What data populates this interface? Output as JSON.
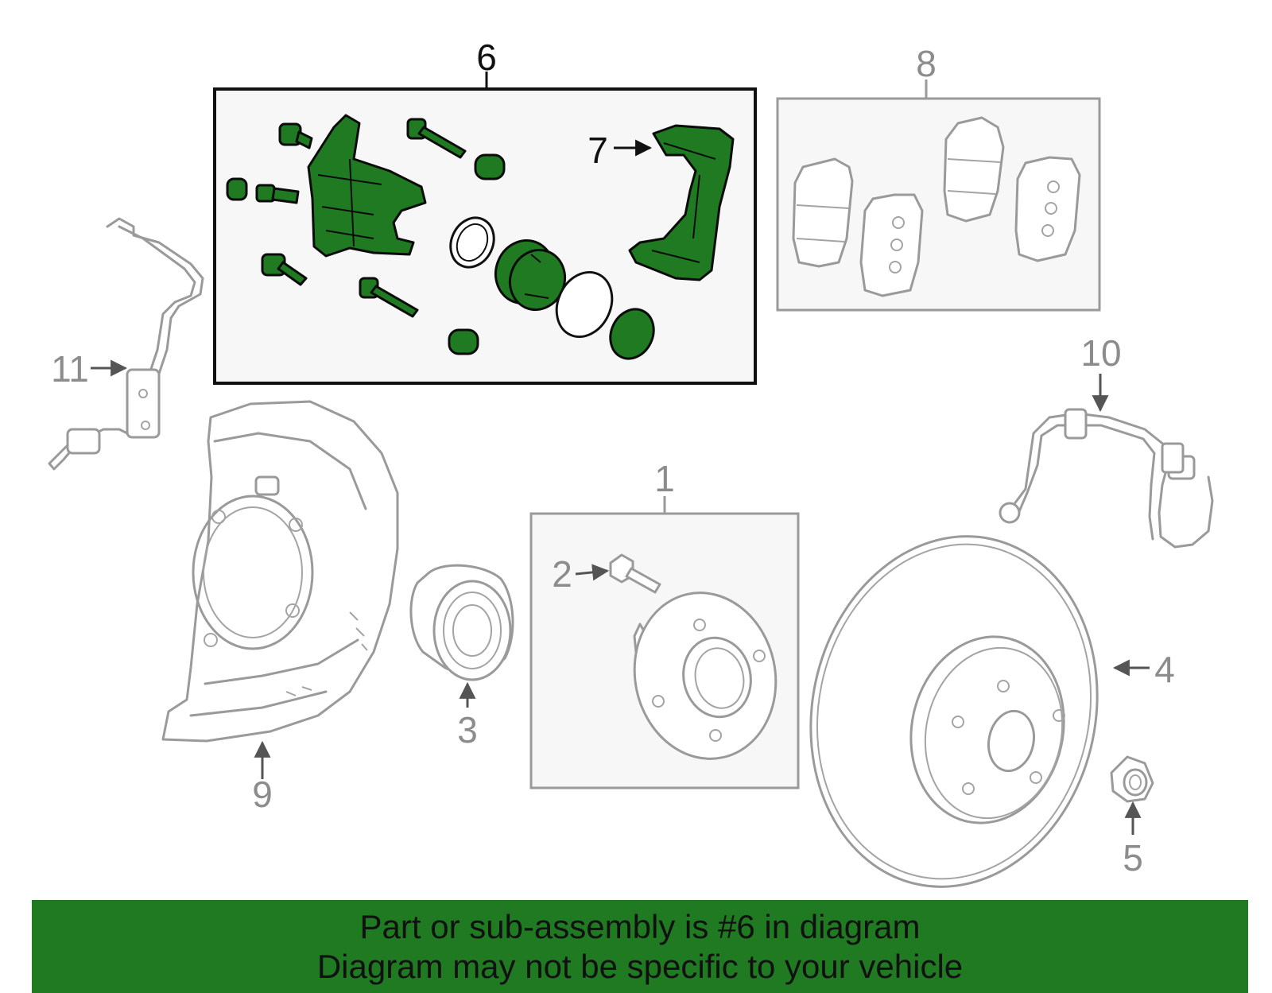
{
  "callouts": {
    "c1": "1",
    "c2": "2",
    "c3": "3",
    "c4": "4",
    "c5": "5",
    "c6": "6",
    "c7": "7",
    "c8": "8",
    "c9": "9",
    "c10": "10",
    "c11": "11"
  },
  "banner": {
    "line1": "Part or sub-assembly is #6 in diagram",
    "line2": "Diagram may not be specific to your vehicle"
  },
  "colors": {
    "highlight": "#1f7a22",
    "outline_gray": "#9a9a9a",
    "box_fill": "#f7f7f7"
  },
  "icons": [
    "arrow-icon"
  ]
}
